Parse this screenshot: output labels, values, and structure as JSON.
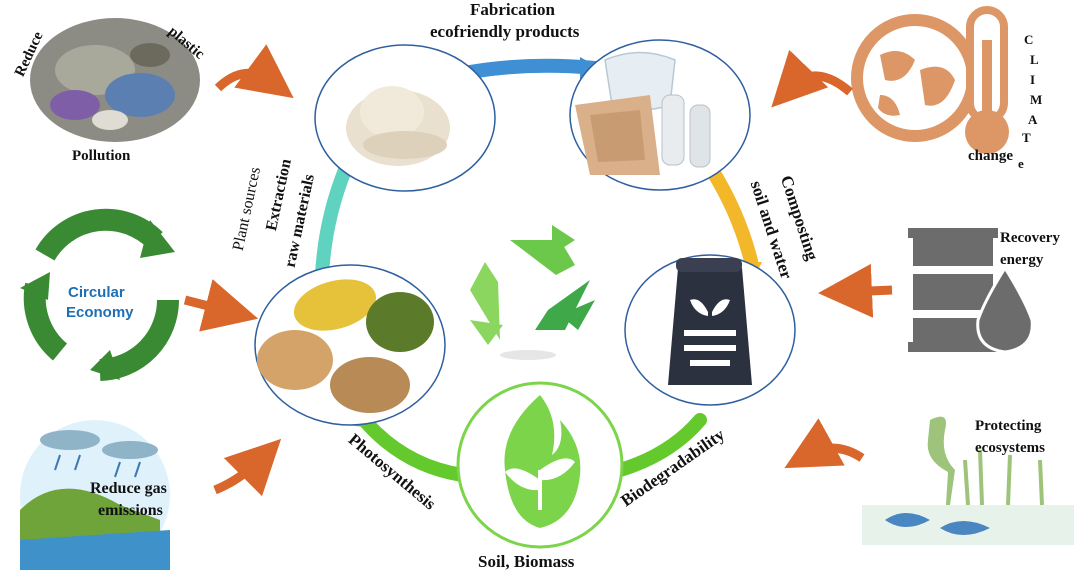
{
  "center_cycle": {
    "top_label": {
      "line1": "Fabrication",
      "line2": "ecofriendly products"
    },
    "left_label": {
      "line1": "Plant sources",
      "line2": "Extraction",
      "line3": "raw materials"
    },
    "right_label": {
      "line1": "Composting",
      "line2": "soil and water"
    },
    "bottom_left_label": "Photosynthesis",
    "bottom_right_label": "Biodegradability",
    "bottom_label": "Soil, Biomass"
  },
  "left_panels": {
    "pollution": {
      "word1": "Reduce",
      "word2": "plastic",
      "caption": "Pollution"
    },
    "circular_economy": {
      "line1": "Circular",
      "line2": "Economy"
    },
    "gas_emissions": {
      "line1": "Reduce gas",
      "line2": "emissions"
    }
  },
  "right_panels": {
    "climate": {
      "letters": [
        "C",
        "L",
        "I",
        "M",
        "A",
        "T",
        "e"
      ],
      "change": "change"
    },
    "energy": {
      "line1": "Recovery",
      "line2": "energy"
    },
    "ecosystems": {
      "line1": "Protecting",
      "line2": "ecosystems"
    }
  },
  "colors": {
    "arrow": "#d9662b",
    "arc_blue": "#3f8fd4",
    "arc_teal": "#5fd3c0",
    "arc_yellow": "#f2b82a",
    "arc_green": "#63c92d",
    "circular_green": "#3a8a34",
    "climate_orange": "#dd9766",
    "barrel_gray": "#6c6c6c"
  }
}
